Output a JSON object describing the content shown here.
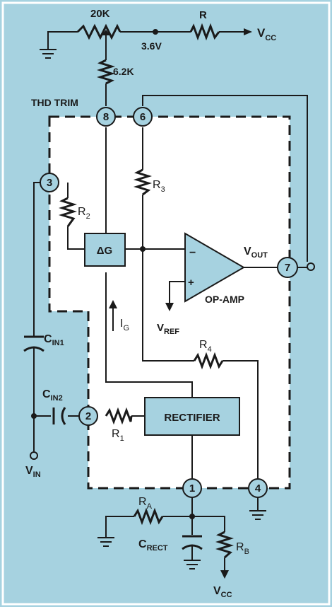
{
  "labels": {
    "pot_20k": "20K",
    "r_top": "R",
    "vcc_top_main": "V",
    "vcc_top_sub": "CC",
    "v_36": "3.6V",
    "r_62k": "6.2K",
    "thd_trim": "THD TRIM",
    "r3_main": "R",
    "r3_sub": "3",
    "r2_main": "R",
    "r2_sub": "2",
    "delta_g": "ΔG",
    "vout_main": "V",
    "vout_sub": "OUT",
    "opamp": "OP-AMP",
    "ig_main": "I",
    "ig_sub": "G",
    "vref_main": "V",
    "vref_sub": "REF",
    "r4_main": "R",
    "r4_sub": "4",
    "cin1_main": "C",
    "cin1_sub": "IN1",
    "cin2_main": "C",
    "cin2_sub": "IN2",
    "rectifier": "RECTIFIER",
    "r1_main": "R",
    "r1_sub": "1",
    "vin_main": "V",
    "vin_sub": "IN",
    "ra_main": "R",
    "ra_sub": "A",
    "crect_main": "C",
    "crect_sub": "RECT",
    "rb_main": "R",
    "rb_sub": "B",
    "vcc_bot_main": "V",
    "vcc_bot_sub": "CC",
    "opamp_minus": "−",
    "opamp_plus": "+"
  },
  "pins": [
    "1",
    "2",
    "3",
    "4",
    "6",
    "7",
    "8"
  ]
}
